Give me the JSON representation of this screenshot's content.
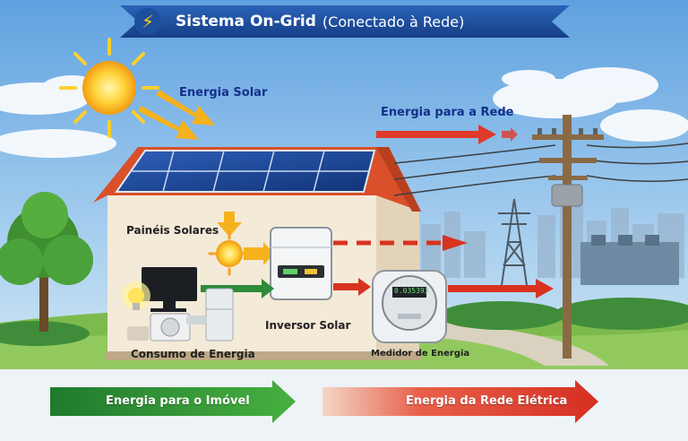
{
  "header": {
    "title": "Sistema On-Grid",
    "subtitle": "(Conectado à Rede)",
    "icon": "lightning-icon"
  },
  "labels": {
    "solar_energy": "Energia Solar",
    "energy_to_grid": "Energia para a Rede",
    "solar_panels": "Painéis Solares",
    "inverter": "Inversor Solar",
    "consumption": "Consumo de Energia",
    "meter": "Medidor de Energia",
    "meter_display": "0.035393"
  },
  "bottom_bar": {
    "to_property": "Energia para o Imóvel",
    "from_grid": "Energia da Rede Elétrica"
  },
  "colors": {
    "banner": "#1f4fa0",
    "solar_arrow": "#f5b21c",
    "consumption_arrow": "#2e8b3a",
    "grid_arrow": "#e0362a",
    "roof": "#d9502a"
  }
}
